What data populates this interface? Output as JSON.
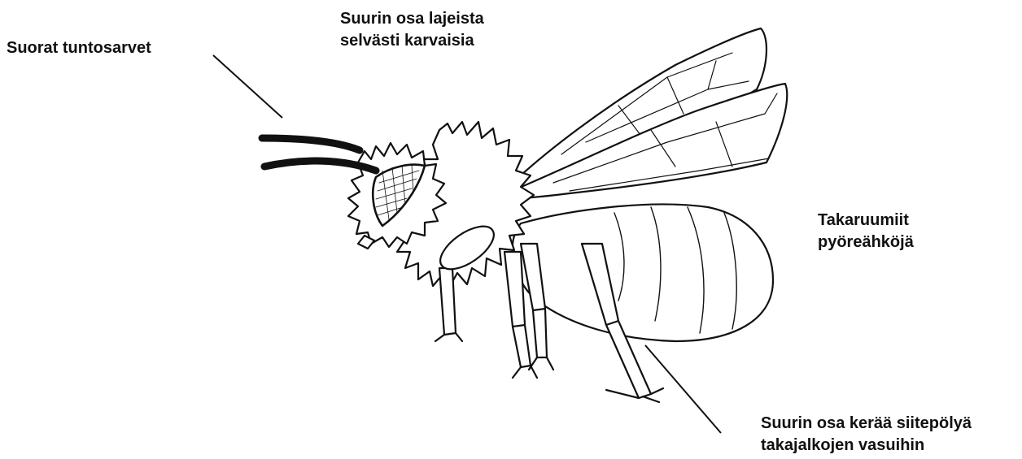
{
  "labels": {
    "antennae": {
      "lines": [
        "Suorat tuntosarvet"
      ]
    },
    "hairy": {
      "lines": [
        "Suurin osa lajeista",
        "selvästi karvaisia"
      ]
    },
    "abdomen": {
      "lines": [
        "Takaruumiit",
        "pyöreähköjä"
      ]
    },
    "pollen": {
      "lines": [
        "Suurin osa kerää siitepölyä",
        "takajalkojen vasuihin"
      ]
    }
  },
  "colors": {
    "ink": "#111111",
    "background": "#ffffff",
    "fill": "#ffffff"
  }
}
